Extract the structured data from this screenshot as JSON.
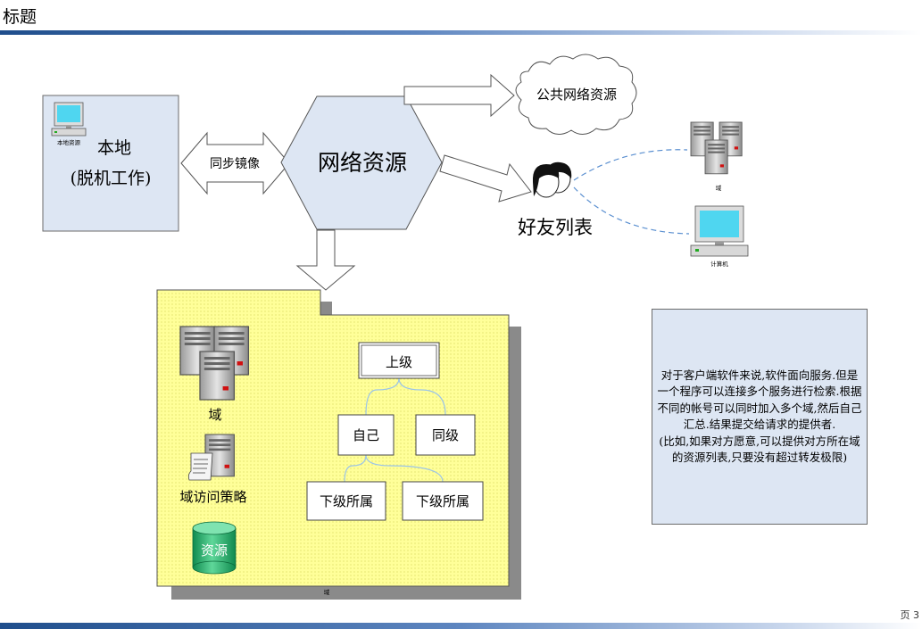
{
  "slide": {
    "title": "标题",
    "page_number": "页 3"
  },
  "local": {
    "icon_caption": "本地资源",
    "label_line1": "本地",
    "label_line2": "(脱机工作)"
  },
  "sync_arrow": {
    "label": "同步镜像"
  },
  "network": {
    "label": "网络资源"
  },
  "public_cloud": {
    "label": "公共网络资源"
  },
  "friends": {
    "label": "好友列表",
    "server_caption": "域",
    "computer_caption": "计算机"
  },
  "domain_folder": {
    "server_label": "域",
    "policy_label": "域访问策略",
    "db_label": "资源",
    "folder_caption": "域"
  },
  "org_chart": {
    "top": "上级",
    "self": "自己",
    "peer": "同级",
    "sub1": "下级所属",
    "sub2": "下级所属"
  },
  "note": {
    "text": "对于客户端软件来说,软件面向服务.但是一个程序可以连接多个服务进行检索.根据不同的帐号可以同时加入多个域,然后自己汇总.结果提交给请求的提供者.\n(比如,如果对方愿意,可以提供对方所在域的资源列表,只要没有超过转发极限)"
  },
  "colors": {
    "panel_fill": "#dde6f3",
    "folder_fill": "#ffff99",
    "db_fill": "#22aa66",
    "accent_blue": "#1f4e8c"
  }
}
